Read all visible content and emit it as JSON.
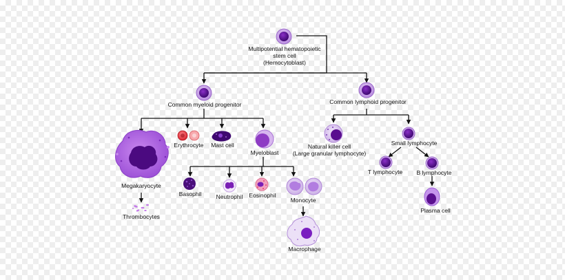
{
  "diagram": {
    "stem_cell": {
      "line1": "Multipotential hematopoietic",
      "line2": "stem cell",
      "line3": "(Hemocytoblast)"
    },
    "myeloid_progenitor": "Common myeloid progenitor",
    "lymphoid_progenitor": "Common lymphoid progenitor",
    "megakaryocyte": "Megakaryocyte",
    "thrombocytes": "Thrombocytes",
    "erythrocyte": "Erythrocyte",
    "mast_cell": "Mast cell",
    "myeloblast": "Myeloblast",
    "basophil": "Basophil",
    "neutrophil": "Neutrophil",
    "eosinophil": "Eosinophil",
    "monocyte": "Monocyte",
    "macrophage": "Macrophage",
    "nk_cell": {
      "line1": "Natural killer cell",
      "line2": "(Large granular lymphocyte)"
    },
    "small_lymphocyte": "Small lymphocyte",
    "t_lymphocyte": "T lymphocyte",
    "b_lymphocyte": "B lymphocyte",
    "plasma_cell": "Plasma cell"
  },
  "colors": {
    "cell_outer": "#c9a3e8",
    "cell_nucleus": "#5a0f8f",
    "erythrocyte": "#e8323a",
    "eosinophil_granules": "#e8456b",
    "arrow": "#111111"
  }
}
